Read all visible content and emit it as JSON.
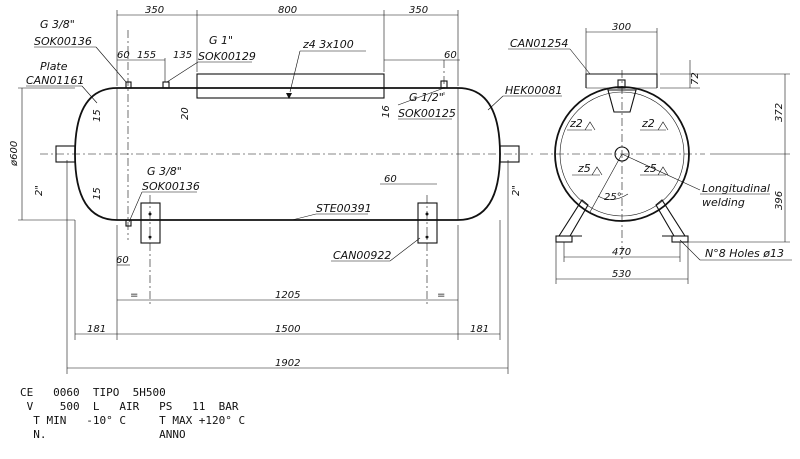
{
  "dims": {
    "top_350_left": "350",
    "top_800": "800",
    "top_350_right": "350",
    "d60a": "60",
    "d155": "155",
    "d135": "135",
    "d60b": "60",
    "d20": "20",
    "d16": "16",
    "d15a": "15",
    "d15b": "15",
    "dia600": "ø600",
    "in2a": "2\"",
    "in2b": "2\"",
    "d60c": "60",
    "d60d": "60",
    "eq1": "=",
    "eq2": "=",
    "d1205": "1205",
    "d181a": "181",
    "d1500": "1500",
    "d181b": "181",
    "d1902": "1902",
    "d300": "300",
    "d72": "72",
    "d372": "372",
    "d396": "396",
    "d470": "470",
    "d530": "530"
  },
  "labels": {
    "g38_top": "G 3/8\"",
    "sok136_top": "SOK00136",
    "g1": "G 1\"",
    "sok129": "SOK00129",
    "z4": "z4  3x100",
    "plate": "Plate",
    "can1161": "CAN01161",
    "g12": "G 1/2\"",
    "sok125": "SOK00125",
    "hek81": "HEK00081",
    "g38_bot": "G 3/8\"",
    "sok136_bot": "SOK00136",
    "ste391": "STE00391",
    "can922": "CAN00922",
    "can1254": "CAN01254",
    "z2a": "z2",
    "z2b": "z2",
    "z5a": "z5",
    "z5b": "z5",
    "angle25": "25°",
    "longitudinal": "Longitudinal",
    "welding": "welding",
    "holes": "N°8  Holes  ø13"
  },
  "nameplate": {
    "line1": "CE   0060  TIPO  5H500",
    "line2": " V    500  L   AIR   PS   11  BAR",
    "line3": "  T MIN   -10° C     T MAX +120° C",
    "line4": "  N.                 ANNO"
  }
}
